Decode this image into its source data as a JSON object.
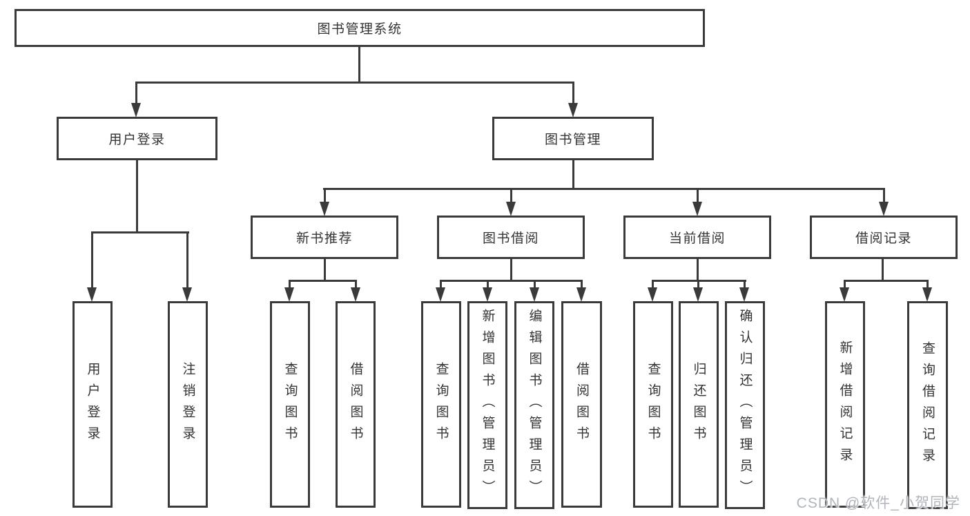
{
  "colors": {
    "line": "#3a3a3a",
    "text": "#333333",
    "background": "#ffffff",
    "watermark": "#b0b4bb"
  },
  "watermark": "CSDN @软件_小贺同学",
  "tree": {
    "root": {
      "label": "图书管理系统"
    },
    "level2": [
      {
        "label": "用户登录",
        "children": [
          {
            "label": "用户登录"
          },
          {
            "label": "注销登录"
          }
        ]
      },
      {
        "label": "图书管理",
        "children": [
          {
            "label": "新书推荐",
            "children": [
              {
                "label": "查询图书"
              },
              {
                "label": "借阅图书"
              }
            ]
          },
          {
            "label": "图书借阅",
            "children": [
              {
                "label": "查询图书"
              },
              {
                "label": "新增图书（管理员）"
              },
              {
                "label": "编辑图书（管理员）"
              },
              {
                "label": "借阅图书"
              }
            ]
          },
          {
            "label": "当前借阅",
            "children": [
              {
                "label": "查询图书"
              },
              {
                "label": "归还图书"
              },
              {
                "label": "确认归还（管理员）"
              }
            ]
          },
          {
            "label": "借阅记录",
            "children": [
              {
                "label": "新增借阅记录"
              },
              {
                "label": "查询借阅记录"
              }
            ]
          }
        ]
      }
    ]
  }
}
